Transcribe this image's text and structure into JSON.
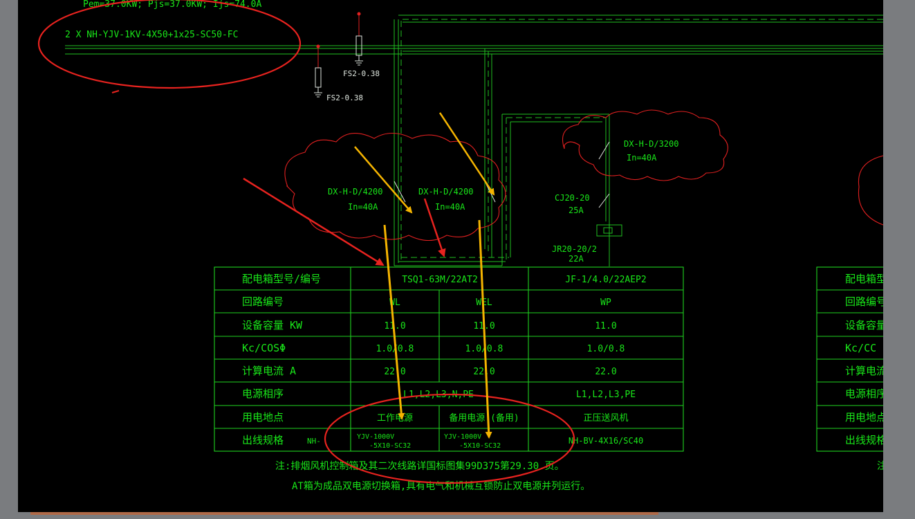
{
  "header_text": {
    "line1": "Pem=37.0KW;   Pjs=37.0KW;   Ijs=74.0A",
    "line2": "2 X NH-YJV-1KV-4X50+1x25-SC50-FC"
  },
  "arresters": [
    "FS2-0.38",
    "FS2-0.38"
  ],
  "breakers": [
    {
      "model": "DX-H-D/4200",
      "rating": "In=40A"
    },
    {
      "model": "DX-H-D/4200",
      "rating": "In=40A"
    },
    {
      "model": "DX-H-D/3200",
      "rating": "In=40A"
    }
  ],
  "contactor": {
    "model": "CJ20-20",
    "rating": "25A"
  },
  "relay": {
    "model": "JR20-20/2",
    "rating": "22A"
  },
  "table": {
    "row_labels": [
      "配电箱型号/编号",
      "回路编号",
      "设备容量    KW",
      "Kc/COSΦ",
      "计算电流    A",
      "电源相序",
      "用电地点",
      "出线规格"
    ],
    "box1": "TSQ1-63M/22AT2",
    "box2": "JF-1/4.0/22AEP2",
    "circuits": [
      "WL",
      "WEL",
      "WP"
    ],
    "capacity": [
      "11.0",
      "11.0",
      "11.0"
    ],
    "kc_cos": [
      "1.0/0.8",
      "1.0/0.8",
      "1.0/0.8"
    ],
    "current": [
      "22.0",
      "22.0",
      "22.0"
    ],
    "phase_seq_shared": "L1,L2,L3,N,PE",
    "phase_seq_wp": "L1,L2,L3,PE",
    "location": [
      "工作电源",
      "备用电源  (备用)",
      "正压送风机"
    ],
    "cable_prefix": "NH-",
    "cable_line1": [
      "YJV-1000V",
      "YJV-1000V"
    ],
    "cable_line2": [
      "-5X10-SC32",
      "-5X10-SC32"
    ],
    "cable_wp": "NH-BV-4X16/SC40"
  },
  "notes": [
    "注:排烟风机控制箱及其二次线路详国标图集99D375第29.30.页。",
    "AT箱为成品双电源切换箱,具有电气和机械互锁防止双电源并列运行。"
  ],
  "right_table_fragment": {
    "row_labels": [
      "配电箱型",
      "回路编号",
      "设备容量",
      "Kc/CC",
      "计算电流",
      "电源相序",
      "用电地点",
      "出线规格"
    ],
    "note_fragment": "注"
  },
  "colors": {
    "canvas": "#000000",
    "cad_green": "#1fd41f",
    "cloud_red": "#e02020",
    "markup_red": "#e8231f",
    "markup_yellow": "#f5b400",
    "window_gray": "#7a7c7f"
  }
}
